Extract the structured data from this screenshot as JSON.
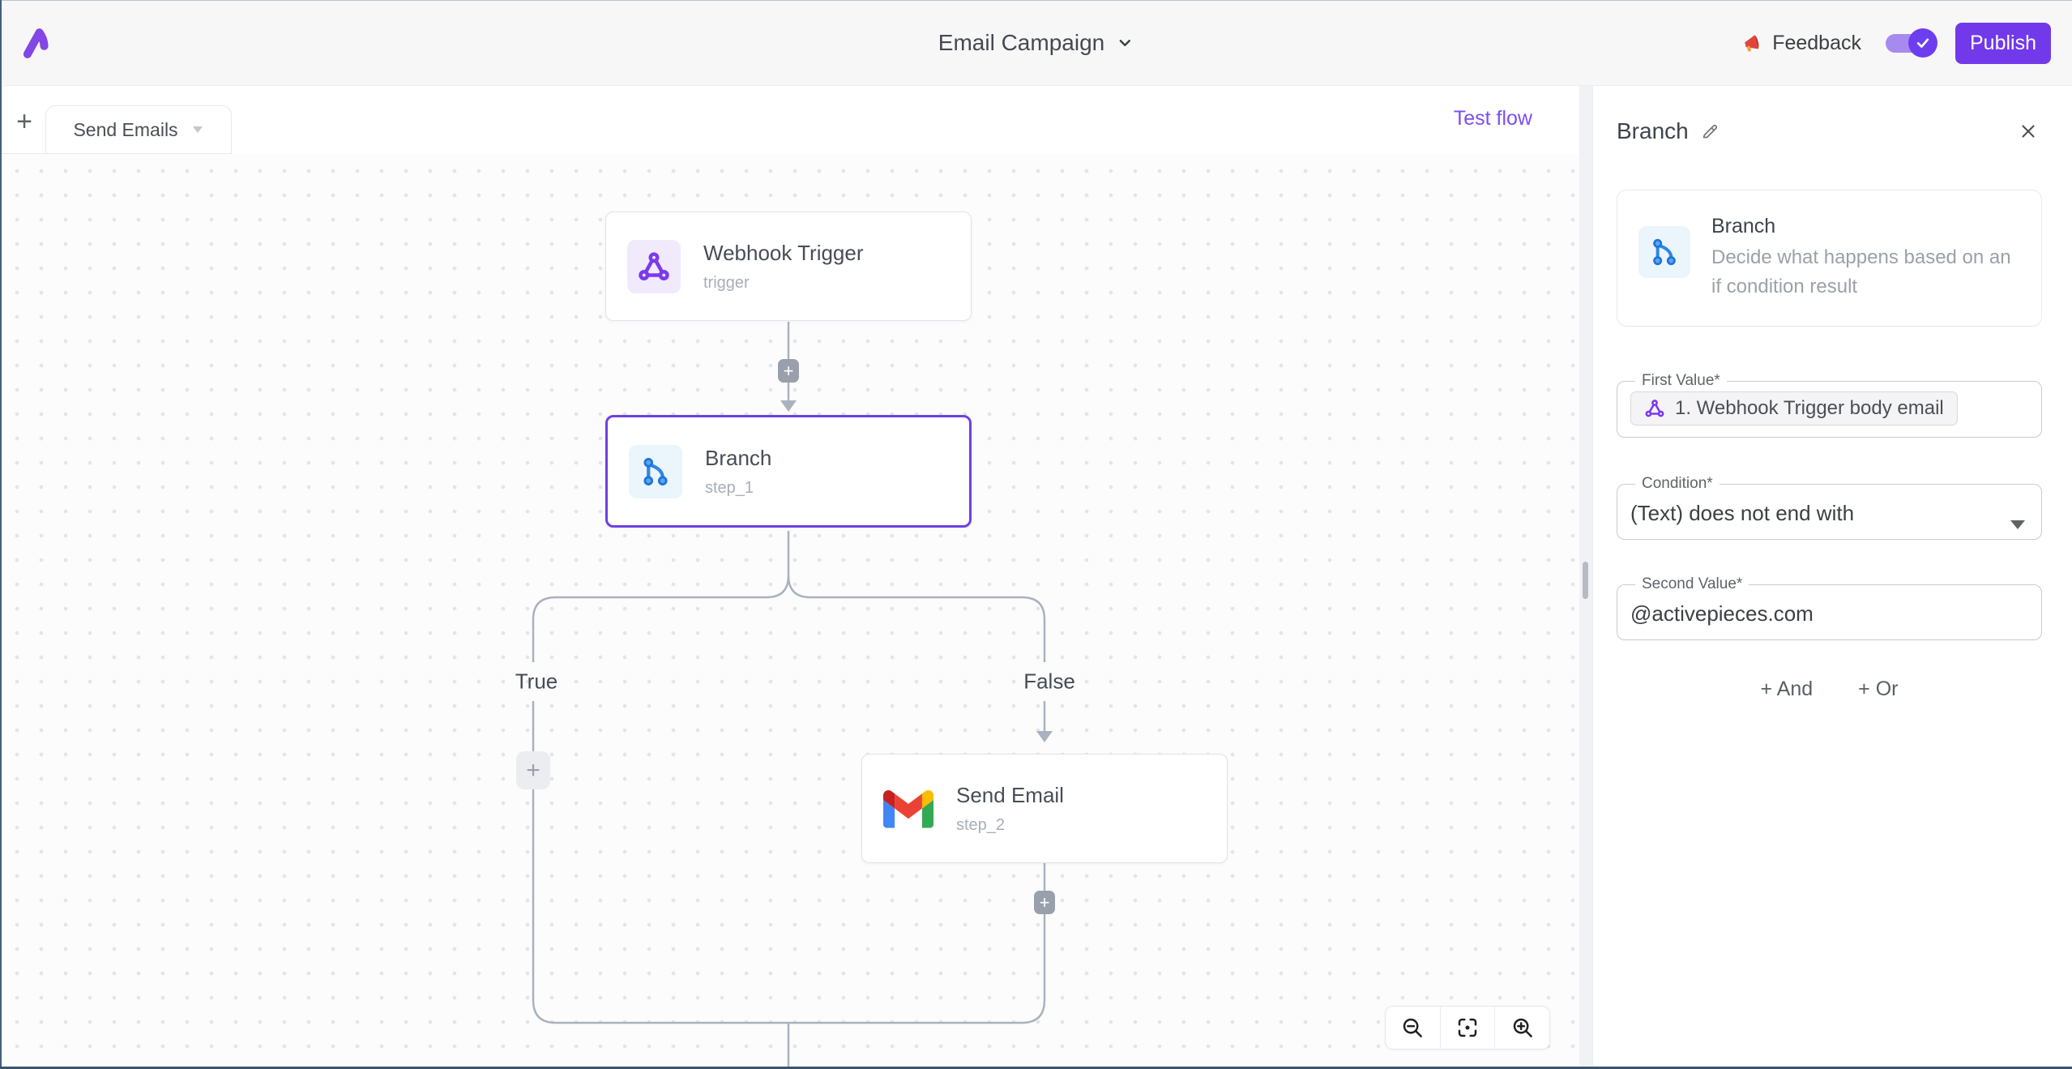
{
  "header": {
    "title": "Email Campaign",
    "feedback_label": "Feedback",
    "publish_label": "Publish"
  },
  "tabs": {
    "flow_tab_label": "Send Emails",
    "test_flow_label": "Test flow"
  },
  "icons": {
    "plus": "+"
  },
  "canvas": {
    "nodes": [
      {
        "title": "Webhook Trigger",
        "subtitle": "trigger"
      },
      {
        "title": "Branch",
        "subtitle": "step_1"
      },
      {
        "title": "Send Email",
        "subtitle": "step_2"
      }
    ],
    "branch_labels": {
      "true": "True",
      "false": "False"
    }
  },
  "panel": {
    "title": "Branch",
    "info": {
      "name": "Branch",
      "description": "Decide what happens based on an if condition result"
    },
    "fields": {
      "first_value": {
        "label": "First Value*",
        "chip": "1. Webhook Trigger body email"
      },
      "condition": {
        "label": "Condition*",
        "value": "(Text) does not end with"
      },
      "second_value": {
        "label": "Second Value*",
        "value": "@activepieces.com"
      }
    },
    "buttons": {
      "and": "+ And",
      "or": "+ Or"
    }
  },
  "colors": {
    "accent": "#6e41e2",
    "link": "#7b4ff2",
    "branch_blue": "#2e86e8",
    "webhook_purple": "#7c3aed"
  }
}
